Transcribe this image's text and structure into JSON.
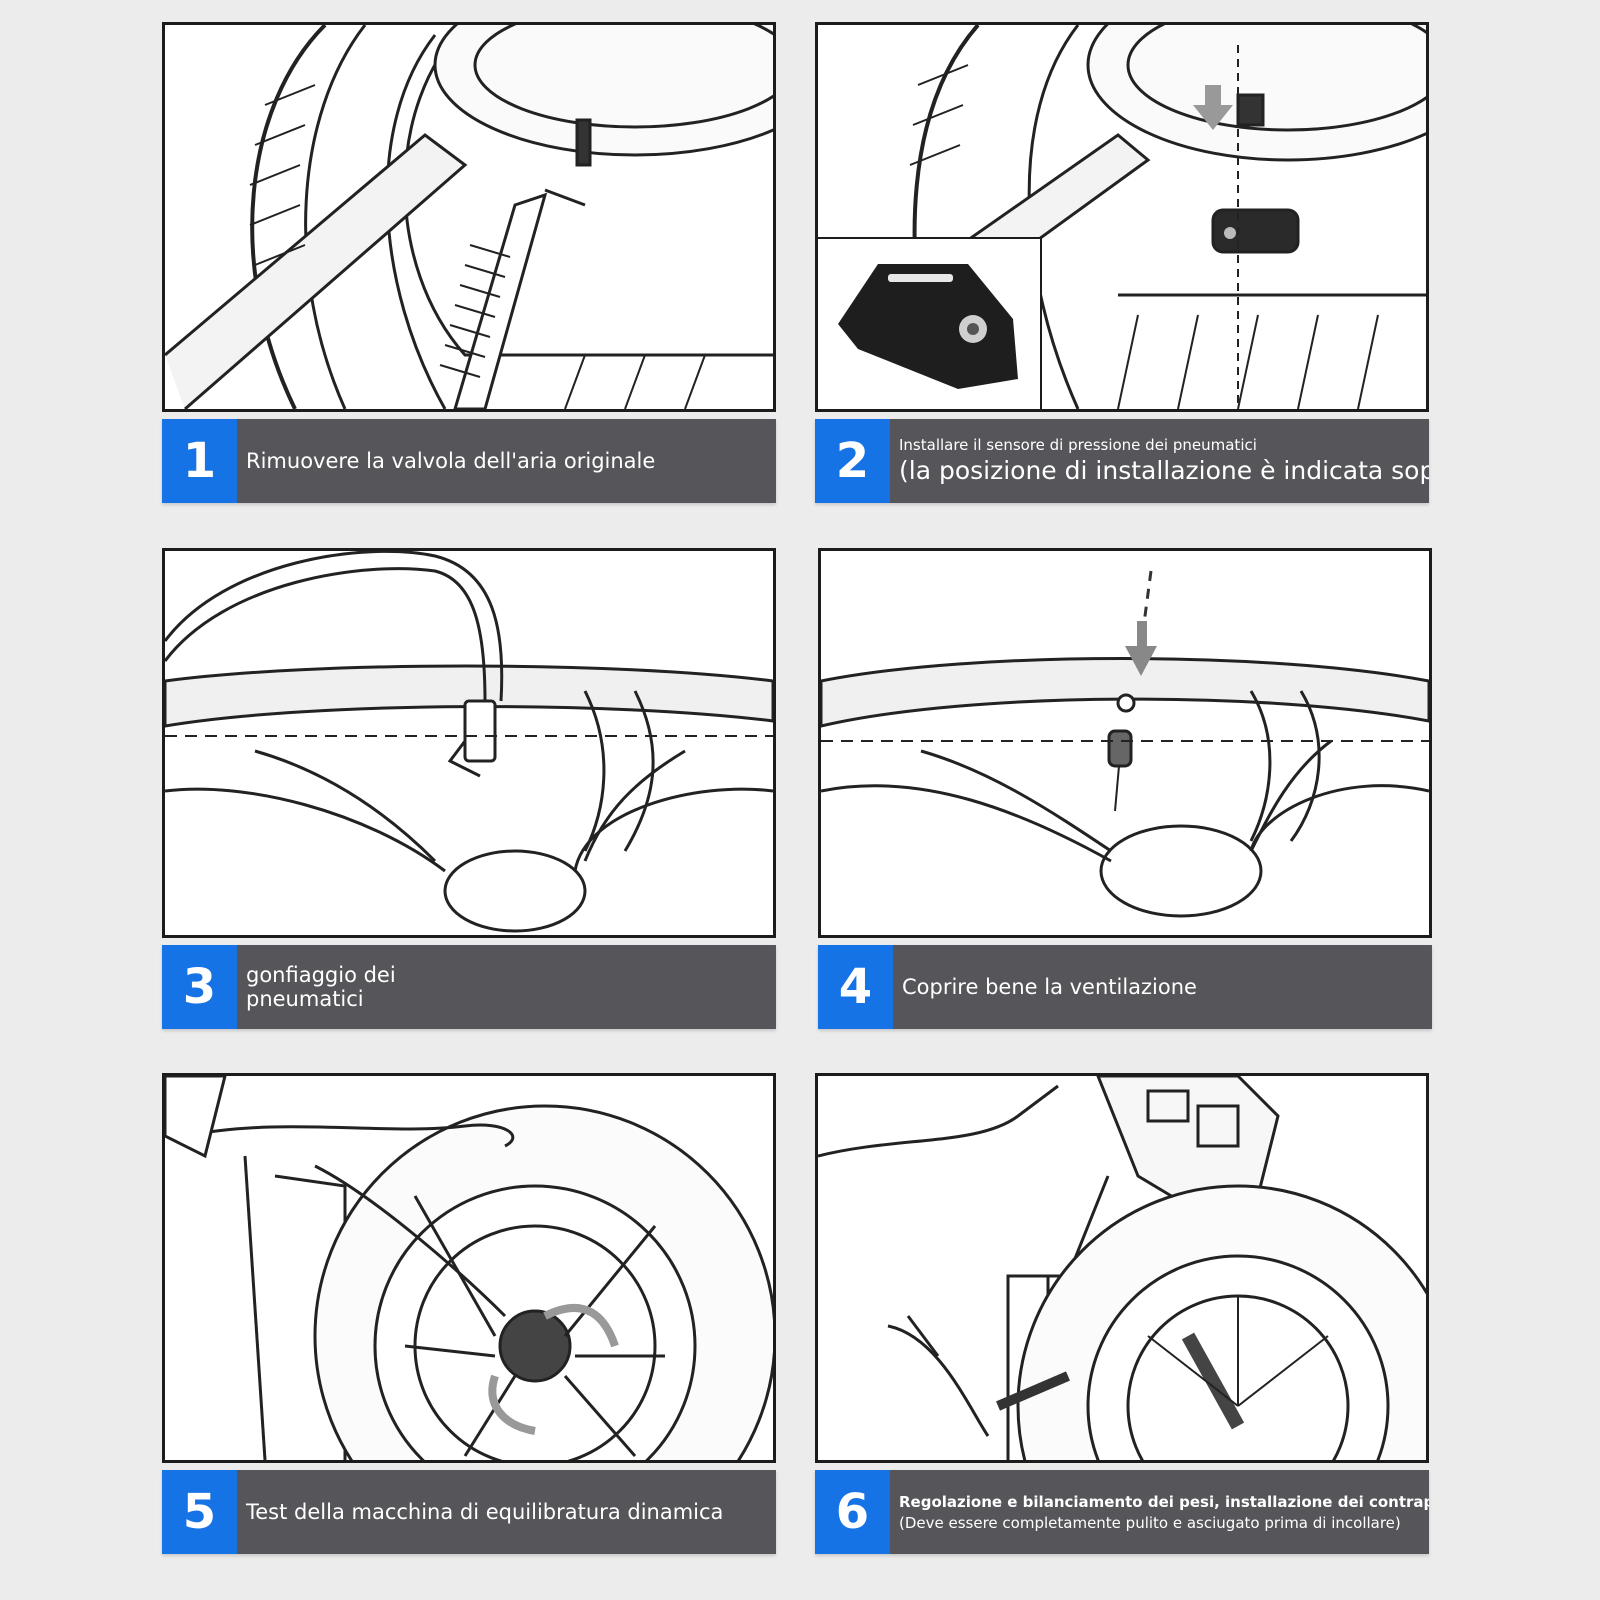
{
  "steps": [
    {
      "number": "1",
      "title": "Rimuovere la valvola dell'aria originale"
    },
    {
      "number": "2",
      "title": "Installare il sensore di pressione dei pneumatici",
      "note": "(la posizione di installazione è indicata sopra)"
    },
    {
      "number": "3",
      "title": "gonfiaggio dei\npneumatici"
    },
    {
      "number": "4",
      "title": "Coprire bene la ventilazione"
    },
    {
      "number": "5",
      "title": "Test della macchina di equilibratura dinamica"
    },
    {
      "number": "6",
      "title": "Regolazione e bilanciamento dei pesi, installazione dei contrappesi",
      "note": "(Deve essere completamente pulito e asciugato prima di incollare)"
    }
  ],
  "colors": {
    "page_background": "#ececec",
    "caption_background": "#55555a",
    "number_badge": "#1673e6",
    "panel_border": "#1c1c1c"
  }
}
